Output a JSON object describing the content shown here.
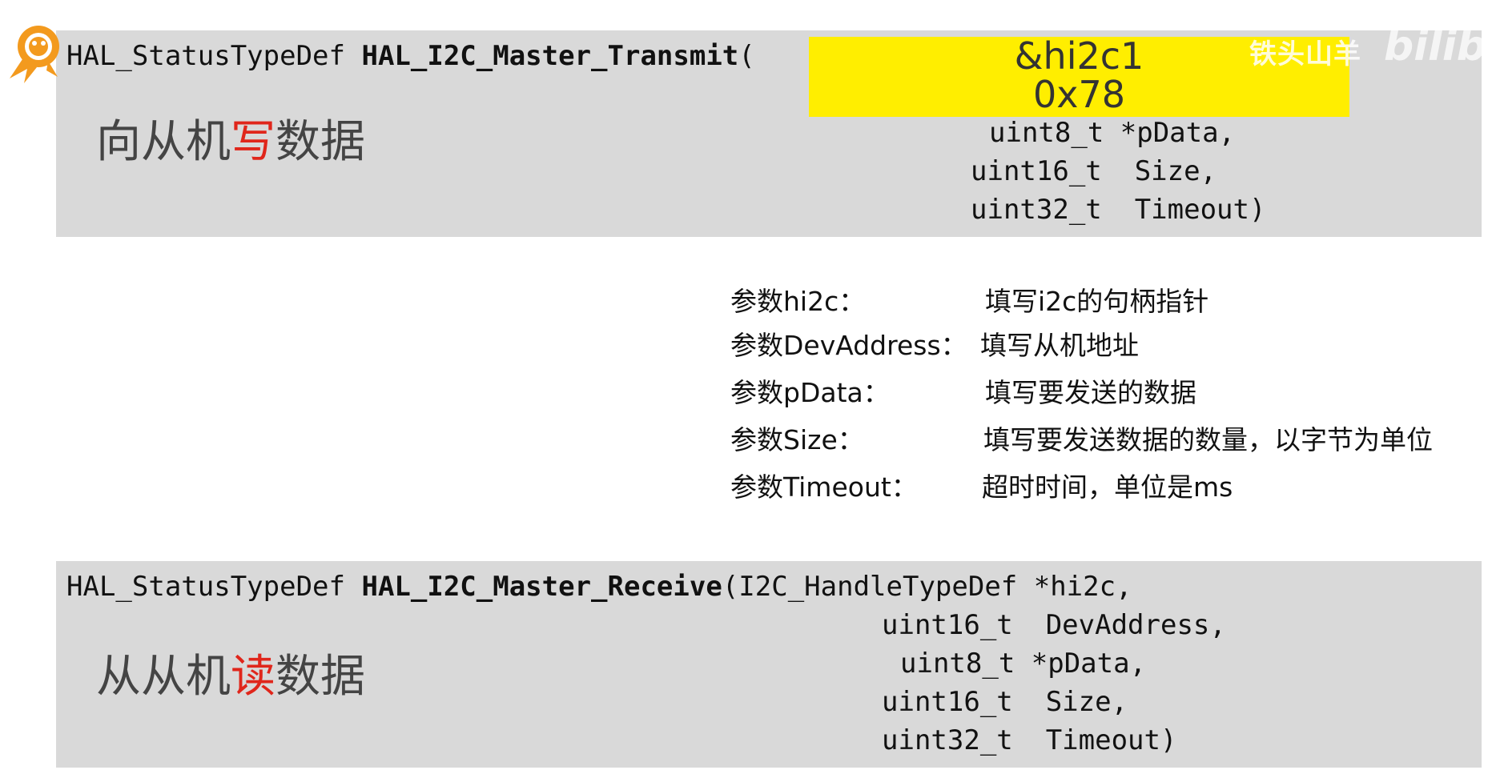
{
  "transmit": {
    "return_type": "HAL_StatusTypeDef ",
    "func_name": "HAL_I2C_Master_Transmit",
    "open_paren": "(",
    "title_pre": "向从机",
    "title_highlight": "写",
    "title_post": "数据",
    "highlight_line1": "&hi2c1",
    "highlight_line2": "0x78",
    "param_pdata": "uint8_t *pData,",
    "param_size": "uint16_t  Size,",
    "param_timeout": "uint32_t  Timeout)"
  },
  "params": [
    {
      "label": "参数hi2c：",
      "value": "填写i2c的句柄指针"
    },
    {
      "label": "参数DevAddress：",
      "value": "填写从机地址"
    },
    {
      "label": "参数pData：",
      "value": "填写要发送的数据"
    },
    {
      "label": "参数Size：",
      "value": "填写要发送数据的数量，以字节为单位"
    },
    {
      "label": "参数Timeout：",
      "value": "超时时间，单位是ms"
    }
  ],
  "receive": {
    "return_type": "HAL_StatusTypeDef ",
    "func_name": "HAL_I2C_Master_Receive",
    "param_hi2c": "(I2C_HandleTypeDef *hi2c,",
    "title_pre": "从从机",
    "title_highlight": "读",
    "title_post": "数据",
    "param_devaddress": "uint16_t  DevAddress,",
    "param_pdata": "uint8_t *pData,",
    "param_size": "uint16_t  Size,",
    "param_timeout": "uint32_t  Timeout)"
  },
  "watermark": {
    "author": "铁头山羊",
    "site": "bilibili"
  },
  "colors": {
    "panel_bg": "#d9d9d9",
    "highlight_yellow": "#ffee00",
    "accent_red": "#e0261b",
    "logo_orange": "#f39a1e"
  },
  "icons": {
    "logo": "lion-head-logo-icon"
  }
}
